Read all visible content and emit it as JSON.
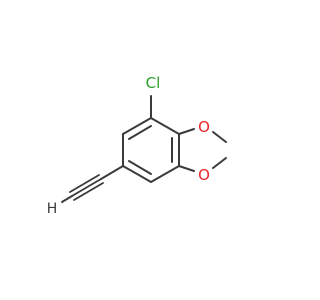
{
  "molecule": {
    "atoms": {
      "chlorine": "Cl",
      "oxygen_top": "O",
      "oxygen_bottom": "O",
      "terminal_hydrogen": "H"
    },
    "colors": {
      "bond": "#3a3a3a",
      "chlorine": "#2ca02c",
      "oxygen": "#e8262a",
      "hydrogen": "#3a3a3a",
      "background": "#ffffff"
    }
  }
}
